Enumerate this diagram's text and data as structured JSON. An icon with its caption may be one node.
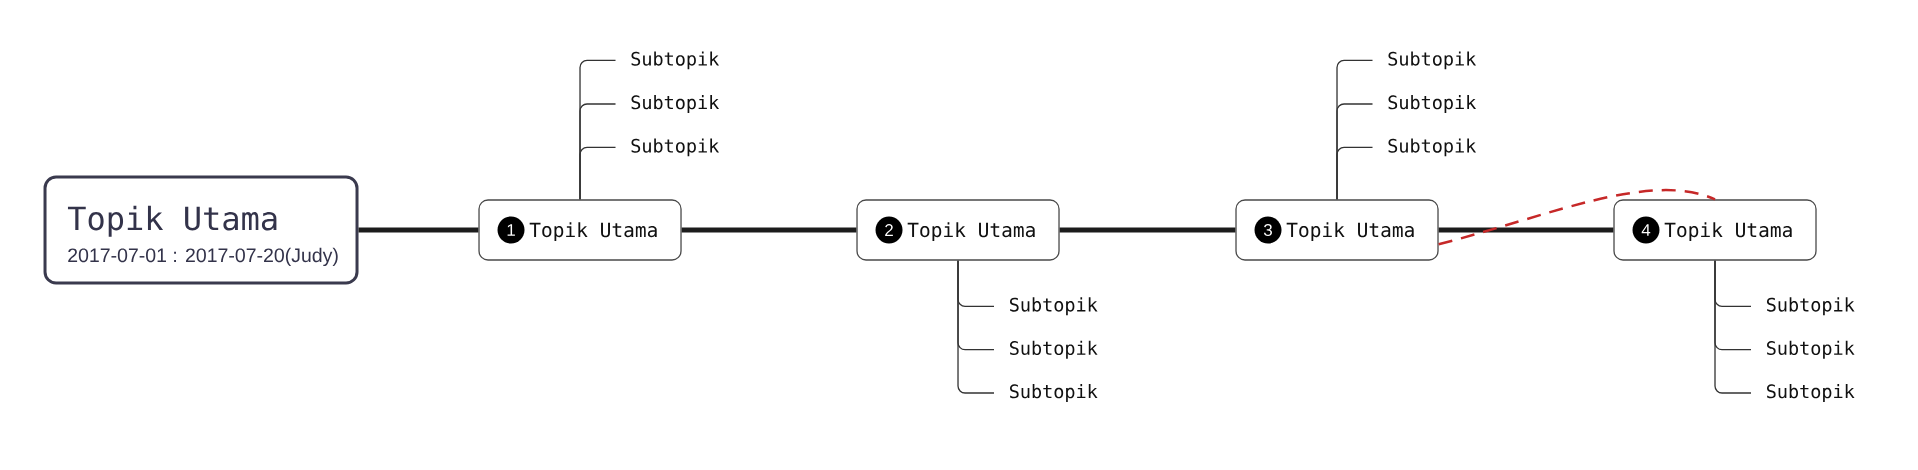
{
  "diagram": {
    "nodes": [
      {
        "text": [
          "Topik Utama",
          "2017-07-01 : 2017-07-20(Judy)"
        ]
      },
      {
        "text": [
          "1",
          "Topik Utama"
        ]
      },
      {
        "text": [
          "2",
          "Topik Utama"
        ]
      },
      {
        "text": [
          "3",
          "Topik Utama"
        ]
      },
      {
        "text": [
          "4",
          "Topik Utama"
        ]
      },
      {
        "text": [
          "Subtopik"
        ]
      },
      {
        "text": [
          "Subtopik"
        ]
      },
      {
        "text": [
          "Subtopik"
        ]
      },
      {
        "text": [
          "Subtopik"
        ]
      },
      {
        "text": [
          "Subtopik"
        ]
      },
      {
        "text": [
          "Subtopik"
        ]
      },
      {
        "text": [
          "Subtopik"
        ]
      },
      {
        "text": [
          "Subtopik"
        ]
      },
      {
        "text": [
          "Subtopik"
        ]
      },
      {
        "text": [
          "Subtopik"
        ]
      },
      {
        "text": [
          "Subtopik"
        ]
      },
      {
        "text": [
          "Subtopik"
        ]
      }
    ],
    "edges": [
      {
        "from": 0,
        "to": 1,
        "arrow": "none",
        "style": "thick"
      },
      {
        "from": 1,
        "to": 2,
        "arrow": "none",
        "style": "thick"
      },
      {
        "from": 2,
        "to": 3,
        "arrow": "none",
        "style": "thick"
      },
      {
        "from": 3,
        "to": 4,
        "arrow": "none",
        "style": "thick"
      },
      {
        "from": 1,
        "to": 5,
        "arrow": "none"
      },
      {
        "from": 1,
        "to": 6,
        "arrow": "none"
      },
      {
        "from": 1,
        "to": 7,
        "arrow": "none"
      },
      {
        "from": 2,
        "to": 8,
        "arrow": "none"
      },
      {
        "from": 2,
        "to": 9,
        "arrow": "none"
      },
      {
        "from": 2,
        "to": 10,
        "arrow": "none"
      },
      {
        "from": 3,
        "to": 11,
        "arrow": "none"
      },
      {
        "from": 3,
        "to": 12,
        "arrow": "none"
      },
      {
        "from": 3,
        "to": 13,
        "arrow": "none"
      },
      {
        "from": 4,
        "to": 14,
        "arrow": "none"
      },
      {
        "from": 4,
        "to": 15,
        "arrow": "none"
      },
      {
        "from": 4,
        "to": 16,
        "arrow": "none"
      },
      {
        "from": 3,
        "to": 4,
        "arrow": "none",
        "style": "dashed",
        "color": "#c62828"
      }
    ]
  }
}
